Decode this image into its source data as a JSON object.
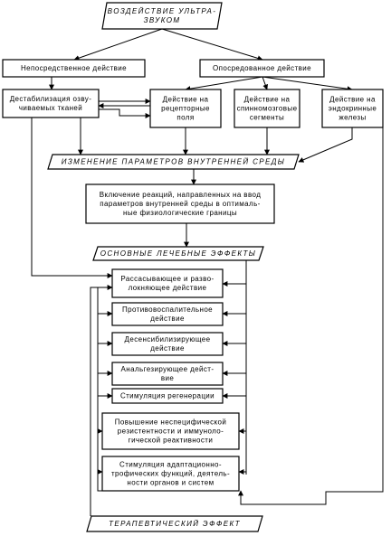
{
  "diagram": {
    "nodes": [
      {
        "id": "top",
        "lines": [
          "ВОЗДЕЙСТВИЕ УЛЬТРА-",
          "ЗВУКОМ"
        ]
      },
      {
        "id": "direct",
        "lines": [
          "Непосредственное действие"
        ]
      },
      {
        "id": "indirect",
        "lines": [
          "Опосредованное действие"
        ]
      },
      {
        "id": "destab",
        "lines": [
          "Дестабилизация озву-",
          "чиваемых тканей"
        ]
      },
      {
        "id": "receptor",
        "lines": [
          "Действие на",
          "рецепторные",
          "поля"
        ]
      },
      {
        "id": "spinal",
        "lines": [
          "Действие на",
          "спинномозговые",
          "сегменты"
        ]
      },
      {
        "id": "endocrine",
        "lines": [
          "Действие на",
          "эндокринные",
          "железы"
        ]
      },
      {
        "id": "params",
        "lines": [
          "ИЗМЕНЕНИЕ ПАРАМЕТРОВ ВНУТРЕННЕЙ СРЕДЫ"
        ]
      },
      {
        "id": "reactions",
        "lines": [
          "Включение реакций, направленных на ввод",
          "параметров внутренней среды в оптималь-",
          "ные физиологические границы"
        ]
      },
      {
        "id": "effects",
        "lines": [
          "ОСНОВНЫЕ ЛЕЧЕБНЫЕ ЭФФЕКТЫ"
        ]
      },
      {
        "id": "e1",
        "lines": [
          "Рассасывающее и разво-",
          "локняющее действие"
        ]
      },
      {
        "id": "e2",
        "lines": [
          "Противовоспалительное",
          "действие"
        ]
      },
      {
        "id": "e3",
        "lines": [
          "Десенсибилизирующее",
          "действие"
        ]
      },
      {
        "id": "e4",
        "lines": [
          "Анальгезирующее дейст-",
          "вие"
        ]
      },
      {
        "id": "e5",
        "lines": [
          "Стимуляция регенерации"
        ]
      },
      {
        "id": "e6",
        "lines": [
          "Повышение неспецифической",
          "резистентности и иммуноло-",
          "гической реактивности"
        ]
      },
      {
        "id": "e7",
        "lines": [
          "Стимуляция адаптационно-",
          "трофических функций, деятель-",
          "ности органов и систем"
        ]
      },
      {
        "id": "therapy",
        "lines": [
          "ТЕРАПЕВТИЧЕСКИЙ ЭФФЕКТ"
        ]
      }
    ]
  }
}
